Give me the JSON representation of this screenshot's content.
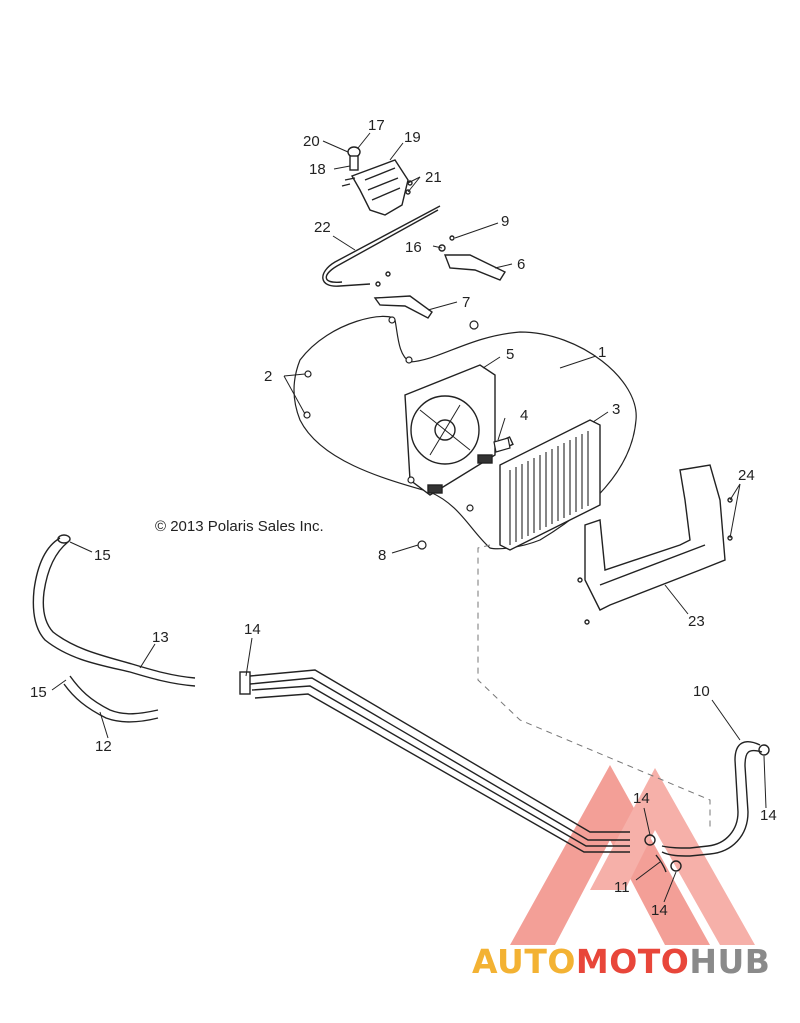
{
  "copyright": "© 2013 Polaris Sales Inc.",
  "brand": {
    "part1": "AUTO",
    "part2": "MOTO",
    "part3": "HUB",
    "color1": "#f3b233",
    "color2": "#e8463a",
    "color3": "#8a8a8a"
  },
  "callouts": [
    {
      "id": "17",
      "text": "17"
    },
    {
      "id": "20",
      "text": "20"
    },
    {
      "id": "19",
      "text": "19"
    },
    {
      "id": "18",
      "text": "18"
    },
    {
      "id": "21",
      "text": "21"
    },
    {
      "id": "22",
      "text": "22"
    },
    {
      "id": "9",
      "text": "9"
    },
    {
      "id": "16",
      "text": "16"
    },
    {
      "id": "6",
      "text": "6"
    },
    {
      "id": "7",
      "text": "7"
    },
    {
      "id": "1",
      "text": "1"
    },
    {
      "id": "5",
      "text": "5"
    },
    {
      "id": "2",
      "text": "2"
    },
    {
      "id": "4",
      "text": "4"
    },
    {
      "id": "3",
      "text": "3"
    },
    {
      "id": "24",
      "text": "24"
    },
    {
      "id": "8",
      "text": "8"
    },
    {
      "id": "15a",
      "text": "15"
    },
    {
      "id": "23",
      "text": "23"
    },
    {
      "id": "14a",
      "text": "14"
    },
    {
      "id": "13",
      "text": "13"
    },
    {
      "id": "15b",
      "text": "15"
    },
    {
      "id": "12",
      "text": "12"
    },
    {
      "id": "10",
      "text": "10"
    },
    {
      "id": "14b",
      "text": "14"
    },
    {
      "id": "14c",
      "text": "14"
    },
    {
      "id": "11",
      "text": "11"
    },
    {
      "id": "14d",
      "text": "14"
    }
  ]
}
